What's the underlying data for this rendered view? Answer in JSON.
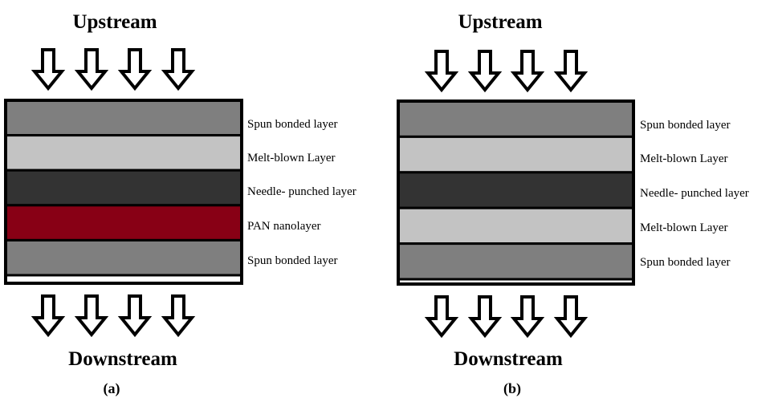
{
  "panels": [
    {
      "id": "a",
      "upstream_label": "Upstream",
      "downstream_label": "Downstream",
      "caption": "(a)",
      "layers": [
        {
          "label": "Spun bonded layer",
          "color": "#7f7f7f"
        },
        {
          "label": "Melt-blown Layer",
          "color": "#c3c3c3"
        },
        {
          "label": "Needle- punched layer",
          "color": "#333333"
        },
        {
          "label": "PAN nanolayer",
          "color": "#880015"
        },
        {
          "label": "Spun bonded layer",
          "color": "#7f7f7f"
        }
      ]
    },
    {
      "id": "b",
      "upstream_label": "Upstream",
      "downstream_label": "Downstream",
      "caption": "(b)",
      "layers": [
        {
          "label": "Spun bonded layer",
          "color": "#7f7f7f"
        },
        {
          "label": "Melt-blown Layer",
          "color": "#c3c3c3"
        },
        {
          "label": "Needle- punched layer",
          "color": "#333333"
        },
        {
          "label": "Melt-blown Layer",
          "color": "#c3c3c3"
        },
        {
          "label": "Spun bonded layer",
          "color": "#7f7f7f"
        }
      ]
    }
  ],
  "icons": {
    "flow_arrow": "down-arrow-icon"
  }
}
